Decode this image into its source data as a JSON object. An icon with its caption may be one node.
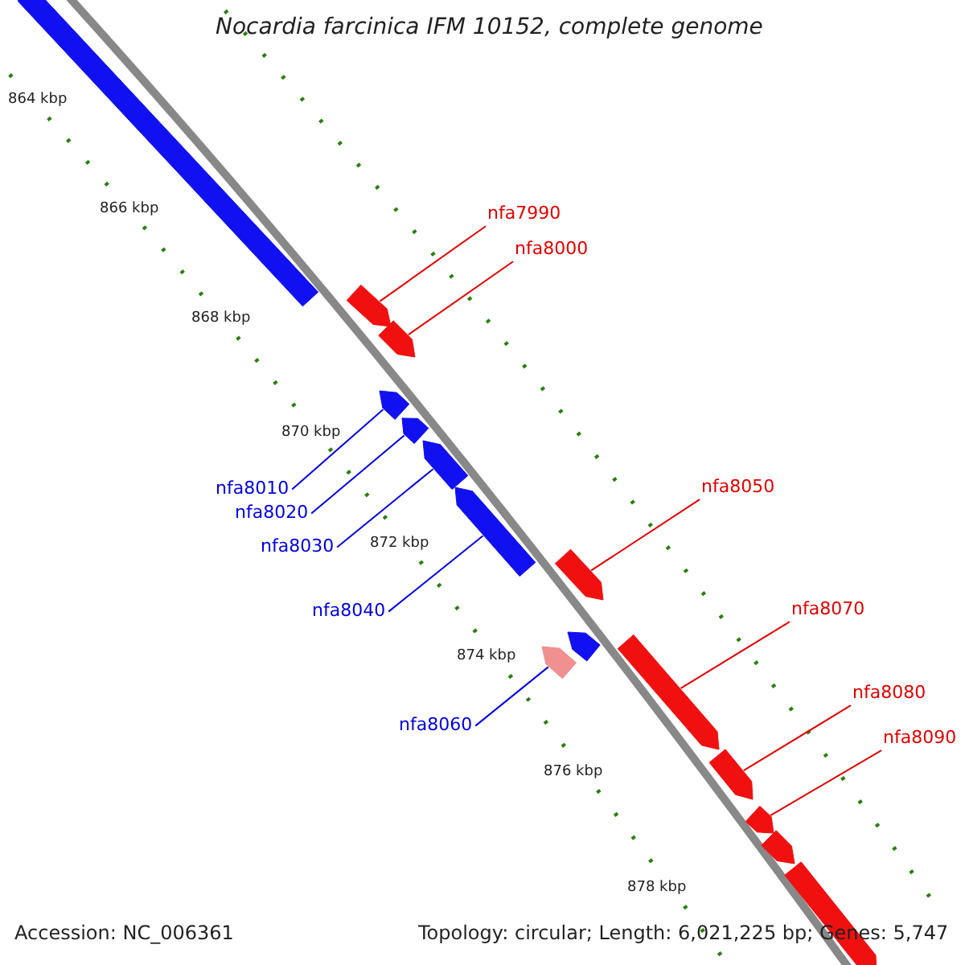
{
  "diagram": {
    "title": "Nocardia farcinica IFM 10152, complete genome",
    "nodes": [
      {
        "text": [],
        "shape": "arrow"
      },
      {
        "text": [],
        "shape": "arrow"
      },
      {
        "text": [],
        "shape": "arrow"
      },
      {
        "text": [],
        "shape": "arrow"
      },
      {
        "text": [],
        "shape": "arrow"
      },
      {
        "text": [],
        "shape": "arrow"
      },
      {
        "text": [],
        "shape": "arrow"
      },
      {
        "text": [],
        "shape": "arrow"
      },
      {
        "text": [],
        "shape": "arrow"
      },
      {
        "text": [],
        "shape": "arrow"
      },
      {
        "text": [],
        "shape": "arrow"
      },
      {
        "text": [],
        "shape": "arrow"
      },
      {
        "text": [],
        "shape": "arrow"
      },
      {
        "text": [],
        "shape": "arrow"
      },
      {
        "text": [],
        "shape": "arrow"
      },
      {
        "text": [
          "nfa7990"
        ]
      },
      {
        "text": [
          "nfa8000"
        ]
      },
      {
        "text": [
          "nfa8010"
        ]
      },
      {
        "text": [
          "nfa8020"
        ]
      },
      {
        "text": [
          "nfa8030"
        ]
      },
      {
        "text": [
          "nfa8040"
        ]
      },
      {
        "text": [
          "nfa8050"
        ]
      },
      {
        "text": [
          "nfa8060"
        ]
      },
      {
        "text": [
          "nfa8070"
        ]
      },
      {
        "text": [
          "nfa8080"
        ]
      },
      {
        "text": [
          "nfa8090"
        ]
      }
    ],
    "edges": [
      {
        "from": 15,
        "to": 1,
        "arrow": "none"
      },
      {
        "from": 16,
        "to": 2,
        "arrow": "none"
      },
      {
        "from": 17,
        "to": 3,
        "arrow": "none",
        "color": "#0000e0"
      },
      {
        "from": 18,
        "to": 4,
        "arrow": "none",
        "color": "#0000e0"
      },
      {
        "from": 19,
        "to": 5,
        "arrow": "none",
        "color": "#0000e0"
      },
      {
        "from": 20,
        "to": 6,
        "arrow": "none",
        "color": "#0000e0"
      },
      {
        "from": 21,
        "to": 7,
        "arrow": "none"
      },
      {
        "from": 22,
        "to": 8,
        "arrow": "none",
        "color": "#0000e0"
      },
      {
        "from": 23,
        "to": 10,
        "arrow": "none"
      },
      {
        "from": 24,
        "to": 11,
        "arrow": "none"
      },
      {
        "from": 25,
        "to": 12,
        "arrow": "none"
      }
    ],
    "labels": [
      "864 kbp",
      "866 kbp",
      "868 kbp",
      "870 kbp",
      "872 kbp",
      "874 kbp",
      "876 kbp",
      "878 kbp",
      "Accession: NC_006361",
      "Topology: circular; Length: 6,021,225 bp; Genes: 5,747"
    ]
  }
}
